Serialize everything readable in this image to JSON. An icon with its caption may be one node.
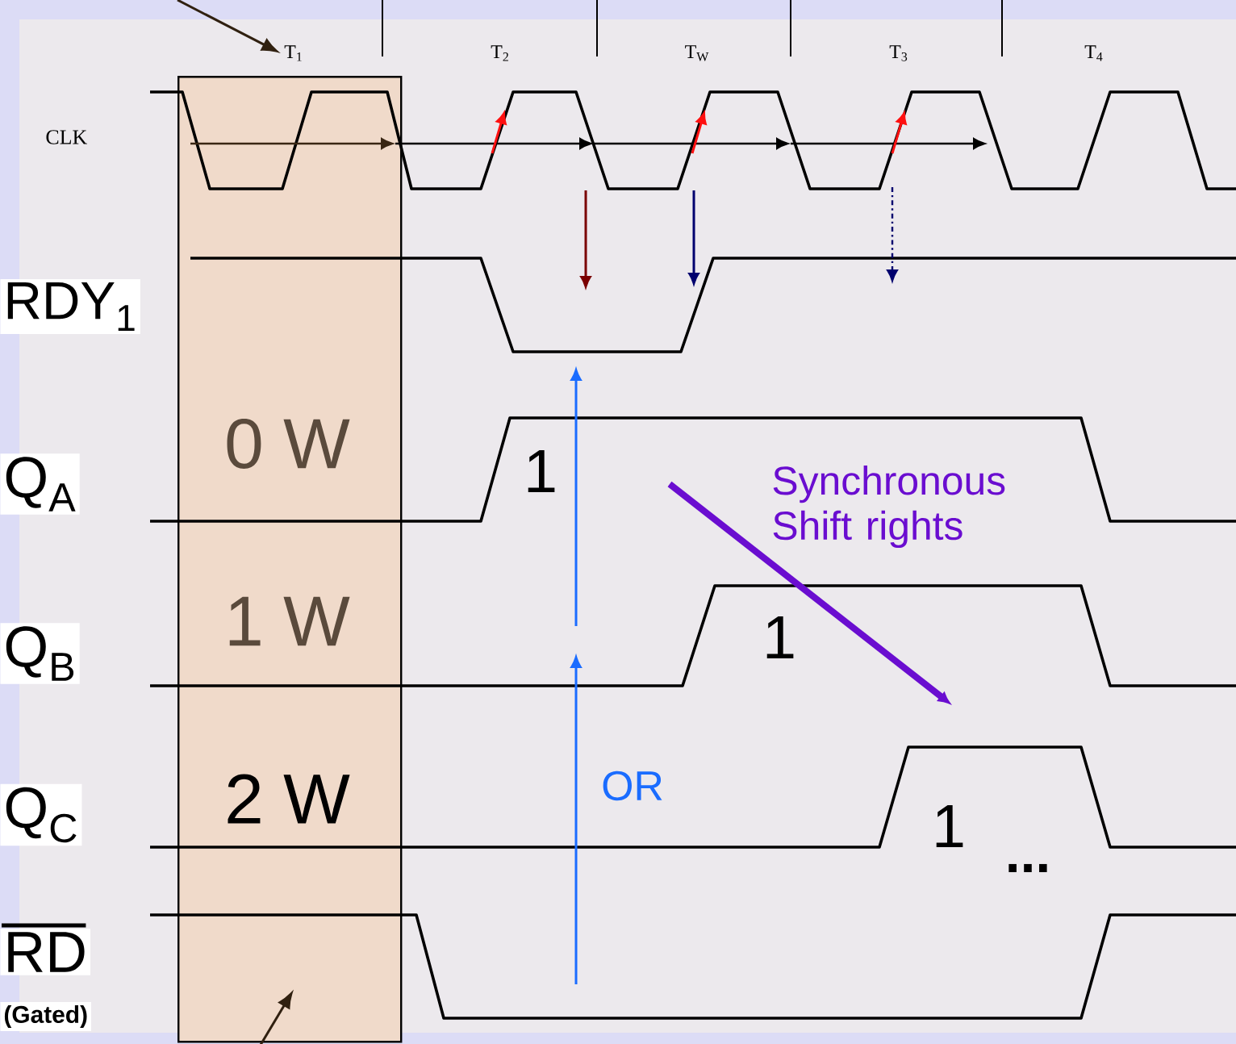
{
  "diagram": {
    "nodes": [
      {
        "text": [
          "0 W",
          "1 W",
          "2 W"
        ]
      },
      {
        "text": [
          "T$_{1}$"
        ]
      }
    ],
    "edges": [
      {
        "from": null,
        "to": 1,
        "arrow": "to"
      },
      {
        "from": null,
        "to": 0,
        "arrow": "to"
      }
    ],
    "labels": [
      "T$_{2}$",
      "T$_{W}$",
      "T$_{3}$",
      "T$_{4}$",
      "CLK",
      "RDY$_{1}$",
      "Q$_{A}$",
      "Q$_{B}$",
      "Q$_{C}$",
      "RD",
      "(Gated)",
      "1",
      "1",
      "1",
      "...",
      "OR",
      "Synchronous Shift rights"
    ]
  }
}
